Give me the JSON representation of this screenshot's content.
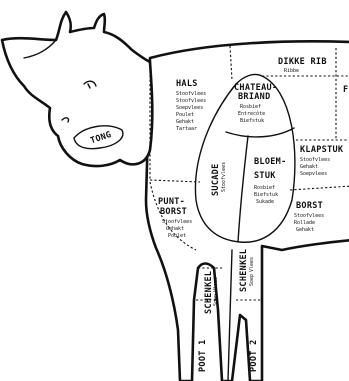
{
  "cuts": {
    "dikke_rib": {
      "title": "DIKKE RIB",
      "items": [
        "Ribbe"
      ]
    },
    "hals": {
      "title": "HALS",
      "items": [
        "Stoofvlees",
        "Stoofvlees",
        "Soepvlees",
        "Poulet",
        "Gehakt",
        "Tartaar"
      ]
    },
    "chateaubriand": {
      "title_1": "CHATEAU-",
      "title_2": "BRIAND",
      "items": [
        "Rosbief",
        "Entrecôte",
        "Biefstuk"
      ]
    },
    "tong": {
      "title": "TONG"
    },
    "sucade": {
      "title": "SUCADE",
      "items": [
        "Stoofvlees"
      ]
    },
    "bloemstuk": {
      "title_1": "BLOEM-",
      "title_2": "STUK",
      "items": [
        "Rosbief",
        "Biefstuk",
        "Sukade"
      ]
    },
    "klapstuk": {
      "title": "KLAPSTUK",
      "items": [
        "Stoofvlees",
        "Gehakt",
        "Soepvlees"
      ]
    },
    "puntborst": {
      "title_1": "PUNT-",
      "title_2": "BORST",
      "items": [
        "Stoofvlees",
        "Gehakt",
        "Poulet"
      ]
    },
    "borst": {
      "title": "BORST",
      "items": [
        "Stoofvlees",
        "Rollade",
        "Gehakt"
      ]
    },
    "schenkel_1": {
      "title": "SCHENKEL",
      "items": [
        "Soep",
        "Vlees"
      ]
    },
    "schenkel_2": {
      "title": "SCHENKEL",
      "items": [
        "Soep",
        "Vlees"
      ]
    },
    "poot_1": {
      "title": "POOT 1"
    },
    "poot_2": {
      "title": "POOT 2"
    },
    "partial_edge_label": {
      "title": "F"
    }
  }
}
